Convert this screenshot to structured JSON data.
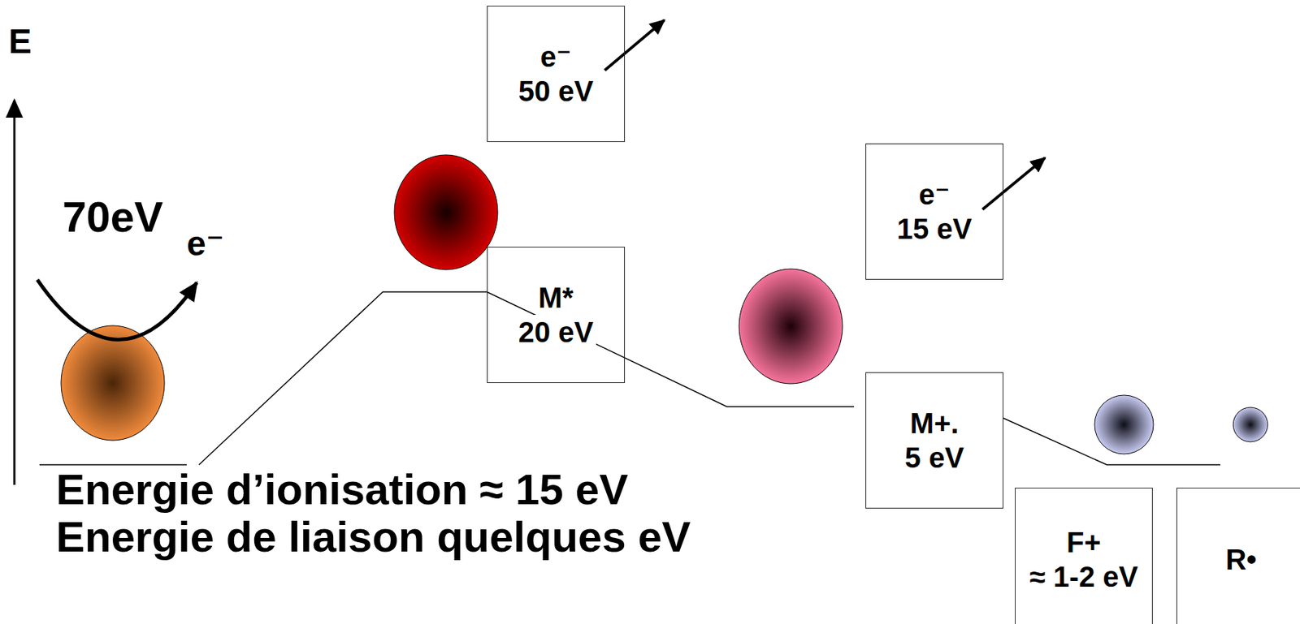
{
  "diagram": {
    "nodes": [
      {
        "text": [
          "e⁻",
          "50 eV"
        ]
      },
      {
        "text": [
          "M*",
          "20 eV"
        ]
      },
      {
        "text": [
          "e⁻",
          "15 eV"
        ]
      },
      {
        "text": [
          "M+.",
          "5 eV"
        ]
      },
      {
        "text": [
          "F+",
          "≈ 1-2 eV"
        ]
      },
      {
        "text": [
          "R•"
        ]
      }
    ],
    "labels": [
      "E",
      "70eV",
      "e⁻",
      "Energie d’ionisation ≈ 15 eV",
      "Energie de liaison quelques eV"
    ]
  }
}
